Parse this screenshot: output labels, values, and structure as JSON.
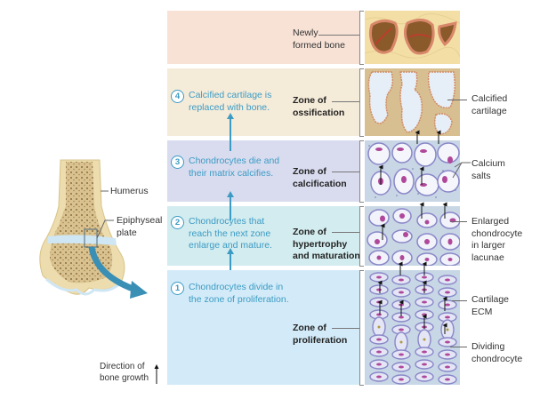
{
  "title": "Zones of the epiphyseal plate and bone growth",
  "bone_labels": {
    "humerus": "Humerus",
    "epiphyseal_plate": "Epiphyseal\nplate"
  },
  "direction_label": "Direction of\nbone growth",
  "zones": [
    {
      "key": "new_bone",
      "label": "Newly\nformed bone",
      "color": "#f8e2d6"
    },
    {
      "key": "ossification",
      "label": "Zone of\nossification",
      "color": "#f5ebd9"
    },
    {
      "key": "calcification",
      "label": "Zone of\ncalcification",
      "color": "#d9dcef"
    },
    {
      "key": "hypertrophy",
      "label": "Zone of\nhypertrophy\nand maturation",
      "color": "#d3ecef"
    },
    {
      "key": "proliferation",
      "label": "Zone of\nproliferation",
      "color": "#d3ebf8"
    }
  ],
  "steps": [
    {
      "number": "4",
      "text": "Calcified cartilage is\nreplaced with bone."
    },
    {
      "number": "3",
      "text": "Chondrocytes die and\ntheir matrix calcifies."
    },
    {
      "number": "2",
      "text": "Chondrocytes that\nreach the next zone\nenlarge and mature."
    },
    {
      "number": "1",
      "text": "Chondrocytes divide in\nthe zone of proliferation."
    }
  ],
  "right_labels": {
    "calcified_cartilage": "Calcified\ncartilage",
    "calcium_salts": "Calcium\nsalts",
    "enlarged_chondrocyte": "Enlarged\nchondrocyte\nin larger\nlacunae",
    "cartilage_ecm": "Cartilage\nECM",
    "dividing_chondrocyte": "Dividing\nchondrocyte"
  },
  "colors": {
    "step_accent": "#3c9bc4",
    "bone": "#e8d4a0",
    "cartilage": "#cfe6f5",
    "cell_nucleus": "#b0489a",
    "cell_border": "#8a87c8"
  }
}
